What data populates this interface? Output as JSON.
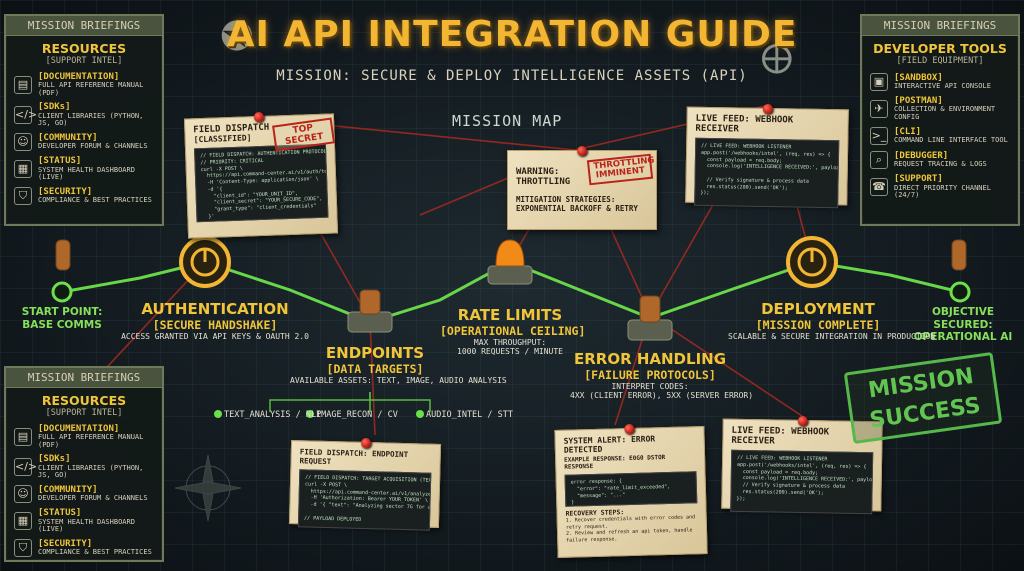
{
  "header": {
    "title": "AI API INTEGRATION GUIDE",
    "subtitle": "MISSION: SECURE & DEPLOY INTELLIGENCE ASSETS (API)",
    "map_label": "MISSION MAP"
  },
  "briefing_top_left": {
    "head": "MISSION BRIEFINGS",
    "title": "RESOURCES",
    "subtitle": "[SUPPORT INTEL]",
    "items": [
      {
        "icon": "document-icon",
        "label": "[DOCUMENTATION]",
        "desc": "FULL API REFERENCE MANUAL (PDF)"
      },
      {
        "icon": "code-icon",
        "label": "[SDKs]",
        "desc": "CLIENT LIBRARIES (PYTHON, JS, GO)"
      },
      {
        "icon": "community-icon",
        "label": "[COMMUNITY]",
        "desc": "DEVELOPER FORUM & CHANNELS"
      },
      {
        "icon": "status-icon",
        "label": "[STATUS]",
        "desc": "SYSTEM HEALTH DASHBOARD (LIVE)"
      },
      {
        "icon": "shield-icon",
        "label": "[SECURITY]",
        "desc": "COMPLIANCE & BEST PRACTICES"
      }
    ]
  },
  "briefing_bottom_left": {
    "head": "MISSION BRIEFINGS",
    "title": "RESOURCES",
    "subtitle": "[SUPPORT INTEL]",
    "items": [
      {
        "icon": "document-icon",
        "label": "[DOCUMENTATION]",
        "desc": "FULL API REFERENCE MANUAL (PDF)"
      },
      {
        "icon": "code-icon",
        "label": "[SDKs]",
        "desc": "CLIENT LIBRARIES (PYTHON, JS, GO)"
      },
      {
        "icon": "community-icon",
        "label": "[COMMUNITY]",
        "desc": "DEVELOPER FORUM & CHANNELS"
      },
      {
        "icon": "status-icon",
        "label": "[STATUS]",
        "desc": "SYSTEM HEALTH DASHBOARD (LIVE)"
      },
      {
        "icon": "shield-icon",
        "label": "[SECURITY]",
        "desc": "COMPLIANCE & BEST PRACTICES"
      }
    ]
  },
  "briefing_right": {
    "head": "MISSION BRIEFINGS",
    "title": "DEVELOPER TOOLS",
    "subtitle": "[FIELD EQUIPMENT]",
    "items": [
      {
        "icon": "sandbox-icon",
        "label": "[SANDBOX]",
        "desc": "INTERACTIVE API CONSOLE"
      },
      {
        "icon": "postman-icon",
        "label": "[POSTMAN]",
        "desc": "COLLECTION & ENVIRONMENT CONFIG"
      },
      {
        "icon": "terminal-icon",
        "label": "[CLI]",
        "desc": "COMMAND LINE INTERFACE TOOL"
      },
      {
        "icon": "debugger-icon",
        "label": "[DEBUGGER]",
        "desc": "REQUEST TRACING & LOGS"
      },
      {
        "icon": "support-icon",
        "label": "[SUPPORT]",
        "desc": "DIRECT PRIORITY CHANNEL (24/7)"
      }
    ]
  },
  "cards": {
    "field_dispatch": {
      "title": "FIELD DISPATCH",
      "subtitle": "[CLASSIFIED]",
      "stamp": "TOP SECRET",
      "code": "// FIELD DISPATCH: AUTHENTICATION PROTOCOL\n// PRIORITY: CRITICAL\ncurl -X POST \\\n  https://api.command-center.ai/v1/auth/token \\\n  -H 'Content-Type: application/json' \\\n  -d '{\n    \"client_id\": \"YOUR_UNIT_ID\",\n    \"client_secret\": \"YOUR_SECURE_CODE\",\n    \"grant_type\": \"client_credentials\"\n  }'\n// STATUS: AWAITING RESPONSE..."
    },
    "warning": {
      "line1": "WARNING:",
      "line2": "THROTTLING",
      "stamp": "THROTTLING IMMINENT",
      "mitigation_title": "MITIGATION STRATEGIES:",
      "mitigation": "EXPONENTIAL BACKOFF & RETRY"
    },
    "live_feed_top": {
      "title": "LIVE FEED: WEBHOOK RECEIVER",
      "code": "// LIVE FEED: WEBHOOK LISTENER\napp.post('/webhooks/intel', (req, res) => {\n  const payload = req.body;\n  console.log('INTELLIGENCE RECEIVED:', payload);\n\n  // Verify signature & process data\n  res.status(200).send('OK');\n});"
    },
    "endpoint_request": {
      "title": "FIELD DISPATCH: ENDPOINT REQUEST",
      "code": "// FIELD DISPATCH: TARGET ACQUISITION (TEXT)\ncurl -X POST \\\n  https://api.command-center.ai/v1/analyze/text \\\n  -H 'Authorization: Bearer YOUR_TOKEN' \\\n  -d '{ \"text\": \"Analyzing sector 7G for anomalies.\" }'\n\n// PAYLOAD DEPLOYED"
    },
    "error_alert": {
      "title": "SYSTEM ALERT: ERROR DETECTED",
      "example_label": "EXAMPLE RESPONSE: E0G0 DSTOR RESPONSE",
      "code": "error response: {\n  \"error\": \"rate_limit_exceeded\",\n  \"message\": \"...\"\n}",
      "steps_title": "RECOVERY STEPS:",
      "steps": "1. Recover credentials with error codes and retry request.\n2. Review and refresh an api token, handle failure response."
    },
    "live_feed_bottom": {
      "title": "LIVE FEED: WEBHOOK RECEIVER",
      "code": "// LIVE FEED: WEBHOOK LISTENER\napp.post('/webhooks/intel', (req, res) => {\n  const payload = req.body;\n  console.log('INTELLIGENCE RECEIVED:', payload);\n  // Verify signature & process data\n  res.status(200).send('OK');\n});"
    }
  },
  "nodes": {
    "start": {
      "line1": "START POINT:",
      "line2": "BASE COMMS"
    },
    "authentication": {
      "title": "AUTHENTICATION",
      "sub": "[SECURE HANDSHAKE]",
      "desc": "ACCESS GRANTED VIA API KEYS & OAUTH 2.0"
    },
    "endpoints": {
      "title": "ENDPOINTS",
      "sub": "[DATA TARGETS]",
      "desc": "AVAILABLE ASSETS: TEXT, IMAGE, AUDIO ANALYSIS",
      "branches": [
        "TEXT_ANALYSIS / NLP",
        "IMAGE_RECON / CV",
        "AUDIO_INTEL / STT"
      ]
    },
    "rate_limits": {
      "title": "RATE LIMITS",
      "sub": "[OPERATIONAL CEILING]",
      "desc1": "MAX THROUGHPUT:",
      "desc2": "1000 REQUESTS / MINUTE"
    },
    "error_handling": {
      "title": "ERROR HANDLING",
      "sub": "[FAILURE PROTOCOLS]",
      "desc1": "INTERPRET CODES:",
      "desc2": "4XX (CLIENT ERROR), 5XX (SERVER ERROR)"
    },
    "deployment": {
      "title": "DEPLOYMENT",
      "sub": "[MISSION COMPLETE]",
      "desc": "SCALABLE & SECURE INTEGRATION IN PRODUCTION"
    },
    "objective": {
      "line1": "OBJECTIVE SECURED:",
      "line2": "OPERATIONAL AI"
    }
  },
  "success_stamp": {
    "line1": "MISSION",
    "line2": "SUCCESS"
  },
  "colors": {
    "accent": "#f0c53a",
    "path": "#6be04a",
    "thread": "#c0241a",
    "panel": "#4a533d"
  }
}
